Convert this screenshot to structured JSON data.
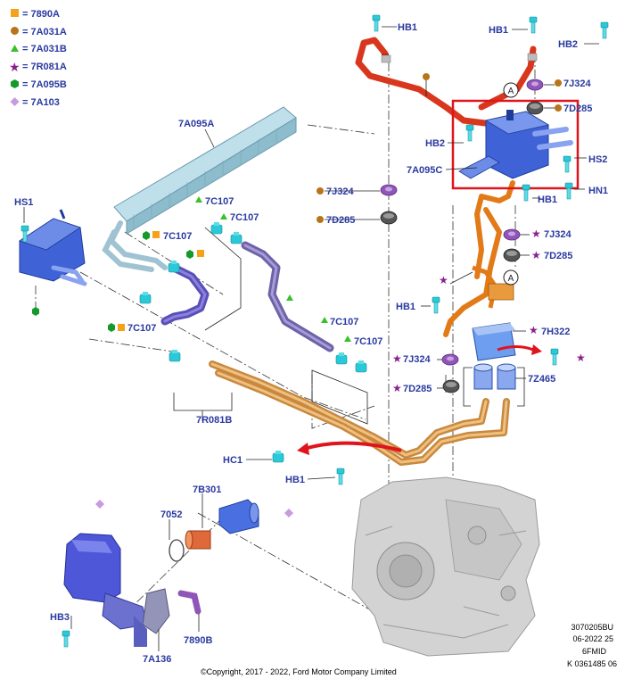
{
  "legend": [
    {
      "symbol": "square",
      "color": "#f5a21b",
      "text": "= 7890A"
    },
    {
      "symbol": "circle",
      "color": "#b8741a",
      "text": "= 7A031A"
    },
    {
      "symbol": "triangle",
      "color": "#39c12a",
      "text": "= 7A031B"
    },
    {
      "symbol": "star",
      "color": "#8b1f8f",
      "text": "= 7R081A"
    },
    {
      "symbol": "hexagon",
      "color": "#159a2a",
      "text": "= 7A095B"
    },
    {
      "symbol": "diamond",
      "color": "#c89ae0",
      "text": "= 7A103"
    }
  ],
  "labels": {
    "hb1_top": "HB1",
    "hb1_right": "HB1",
    "hb2_right": "HB2",
    "c7j324_r": "7J324",
    "c7d285_r": "7D285",
    "hb2_mid": "HB2",
    "c7a095c": "7A095C",
    "hs2": "HS2",
    "hb1_cooler": "HB1",
    "hn1": "HN1",
    "c7a095a": "7A095A",
    "hs1": "HS1",
    "c7c107_a": "7C107",
    "c7c107_b": "7C107",
    "c7c107_c": "7C107",
    "c7c107_d": "7C107",
    "c7c107_e": "7C107",
    "c7c107_f": "7C107",
    "c7j324_m": "7J324",
    "c7d285_m": "7D285",
    "c7j324_p": "7J324",
    "c7d285_p": "7D285",
    "hb1_left": "HB1",
    "c7h322": "7H322",
    "c7j324_b": "7J324",
    "c7d285_b": "7D285",
    "c7z465": "7Z465",
    "c7r081b": "7R081B",
    "hc1": "HC1",
    "hb1_low": "HB1",
    "c7b301": "7B301",
    "c7052": "7052",
    "hb3": "HB3",
    "c7a136": "7A136",
    "c7890b": "7890B",
    "callout_a1": "A",
    "callout_a2": "A"
  },
  "footer": {
    "copyright": "©Copyright, 2017 - 2022, Ford Motor Company Limited",
    "ref1": "3070205BU",
    "ref2": "06-2022 25",
    "ref3": "6FMID",
    "ref4": "K 0361485 06"
  },
  "colors": {
    "label": "#2a3aa0",
    "highlight_box": "#e0141c",
    "fastener": "#2ac9d8",
    "hose_red": "#d8371e",
    "hose_orange": "#e27a17",
    "tube_copper": "#d9a05a",
    "cooler_blue": "#3f63d6",
    "hose_purple": "#5a4fb8",
    "o_ring": "#8f55b8",
    "transmission": "#d3d3d3"
  }
}
